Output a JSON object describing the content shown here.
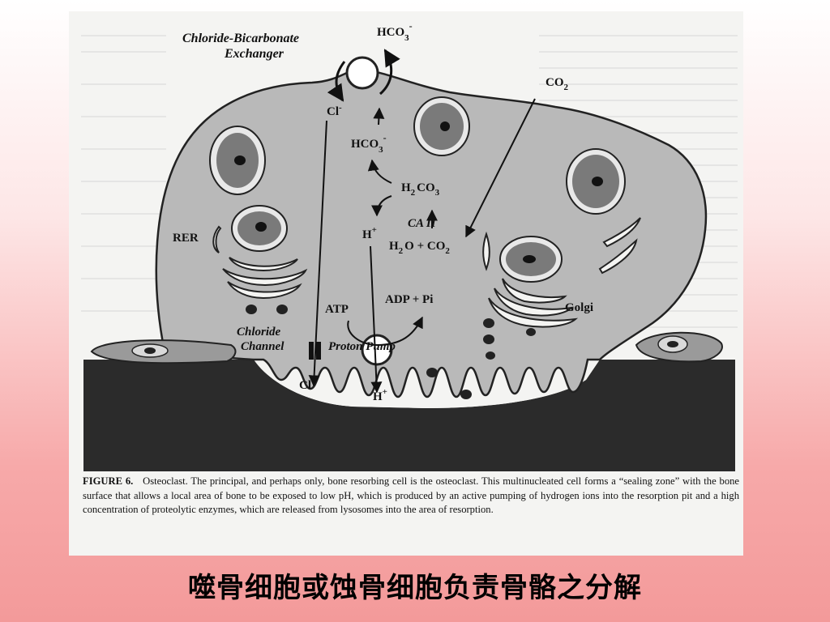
{
  "figure": {
    "labels": {
      "exchanger_line1": "Chloride-Bicarbonate",
      "exchanger_line2": "Exchanger",
      "hco3_out": "HCO",
      "hco3_out_sub": "3",
      "hco3_out_sup": "-",
      "co2_out": "CO",
      "co2_out_sub": "2",
      "cl_minus_top": "Cl",
      "cl_minus_top_sup": "-",
      "hco3_in": "HCO",
      "hco3_in_sub": "3",
      "hco3_in_sup": "-",
      "h2co3": "H",
      "h2co3_sub1": "2",
      "h2co3_mid": "CO",
      "h2co3_sub2": "3",
      "h_plus": "H",
      "h_plus_sup": "+",
      "ca_ii": "CA  II",
      "h2o_co2": "H",
      "h2o_sub": "2",
      "h2o_rest": "O + CO",
      "h2o_co2_sub": "2",
      "rer": "RER",
      "atp": "ATP",
      "adp_pi": "ADP + Pi",
      "golgi": "Golgi",
      "chloride_channel_line1": "Chloride",
      "chloride_channel_line2": "Channel",
      "proton_pump": "Proton  Pump",
      "cl_minus_bottom": "Cl",
      "cl_minus_bottom_sup": "-",
      "h_plus_bottom": "H",
      "h_plus_bottom_sup": "+"
    },
    "caption_label": "FIGURE 6.",
    "caption_text": "Osteoclast. The principal, and perhaps only, bone resorbing cell is the osteoclast. This multinucleated cell forms a “sealing zone” with the bone surface that allows a local area of bone to be exposed to low pH, which is produced by an active pumping of hydrogen ions into the resorption pit and a high concentration of proteolytic enzymes, which are released from lysosomes into the area of resorption."
  },
  "slide_title": "噬骨细胞或蚀骨细胞负责骨骼之分解",
  "colors": {
    "cell_fill": "#b9b9b9",
    "bone_fill": "#2b2b2b",
    "nucleus_fill": "#7a7a7a",
    "nucleus_ring": "#e8e8e8",
    "background_top": "#ffffff",
    "background_bottom": "#f39a9a"
  }
}
